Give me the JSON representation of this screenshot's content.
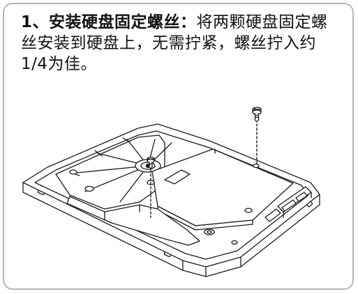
{
  "step": {
    "heading": "1、安装硬盘固定螺丝：",
    "body": "将两颗硬盘固定螺丝安装到硬盘上，无需拧紧，螺丝拧入约1/4为佳。"
  },
  "colors": {
    "border": "#b7b7b7",
    "text": "#111111",
    "line": "#1a1a1a"
  },
  "icons": {
    "screw": "screw-icon",
    "drive": "hard-drive-illustration"
  }
}
